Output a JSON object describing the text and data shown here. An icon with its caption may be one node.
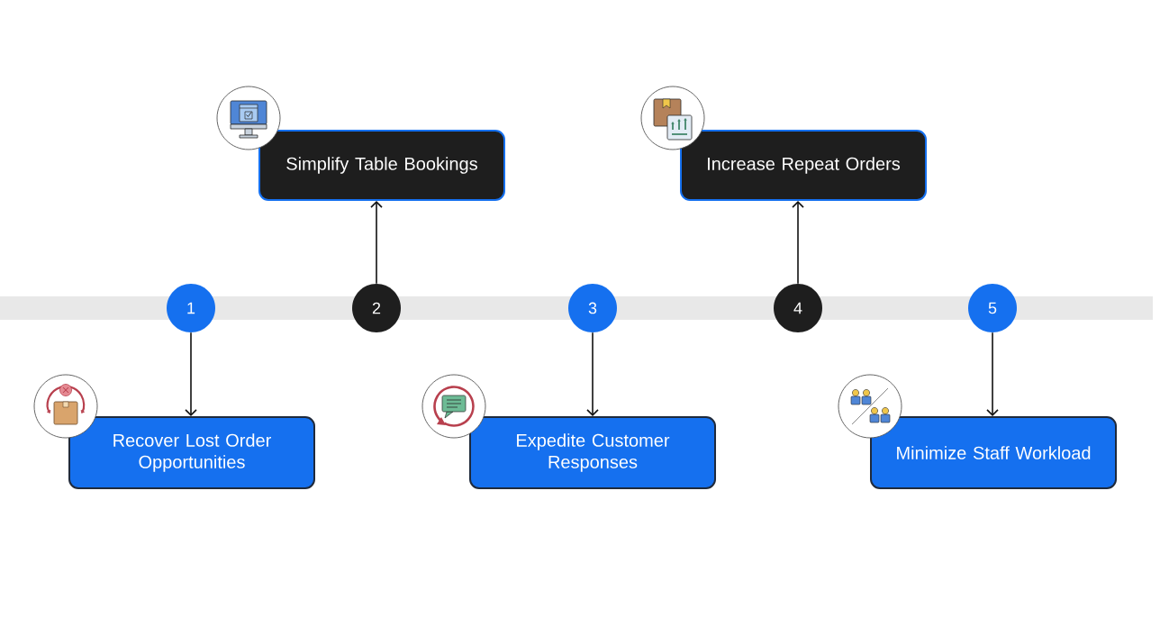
{
  "diagram": {
    "nodes": [
      {
        "text": [
          "1"
        ]
      },
      {
        "text": [
          "Recover Lost Order Opportunities"
        ]
      },
      {
        "text": [
          "2"
        ]
      },
      {
        "text": [
          "Simplify Table Bookings"
        ]
      },
      {
        "text": [
          "3"
        ]
      },
      {
        "text": [
          "Expedite Customer Responses"
        ]
      },
      {
        "text": [
          "4"
        ]
      },
      {
        "text": [
          "Increase Repeat Orders"
        ]
      },
      {
        "text": [
          "5"
        ]
      },
      {
        "text": [
          "Minimize Staff Workload"
        ]
      },
      {
        "text": [],
        "shape": "bar"
      }
    ],
    "edges": [
      {
        "from": 0,
        "to": 1,
        "arrow": "to"
      },
      {
        "from": 2,
        "to": 3,
        "arrow": "to"
      },
      {
        "from": 4,
        "to": 5,
        "arrow": "to"
      },
      {
        "from": 6,
        "to": 7,
        "arrow": "to"
      },
      {
        "from": 8,
        "to": 9,
        "arrow": "to"
      }
    ]
  }
}
